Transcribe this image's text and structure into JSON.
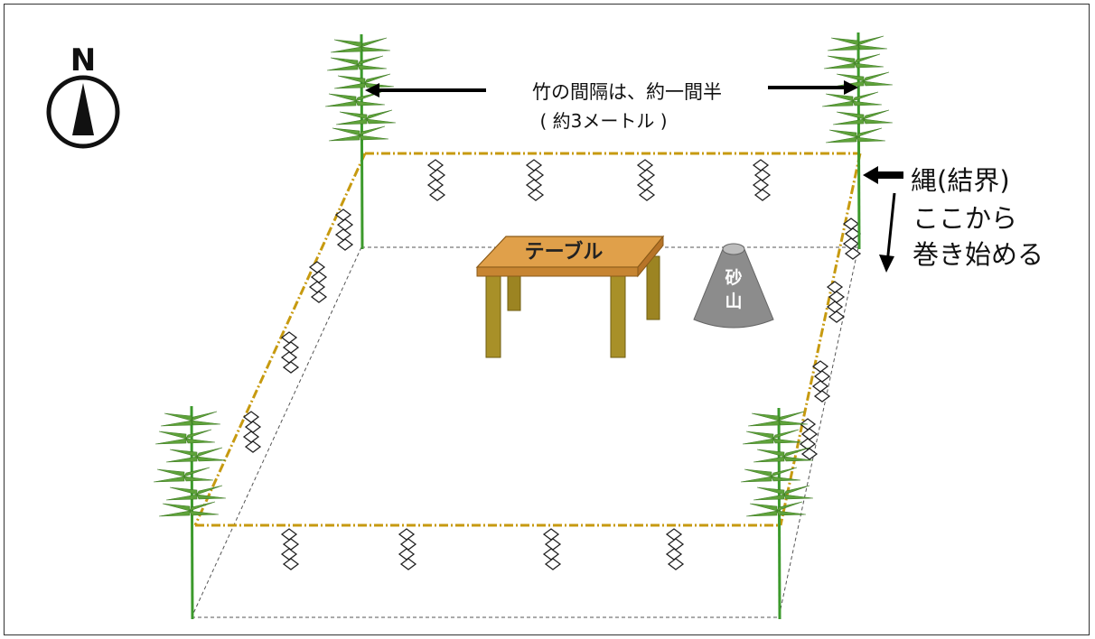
{
  "compass": {
    "north_label": "N",
    "icon": "compass-north-icon"
  },
  "spacing_note": {
    "line1": "竹の間隔は、約一間半",
    "line2": "( 約3メートル )"
  },
  "rope_note": {
    "line1": "縄(結界)",
    "line2": "ここから",
    "line3": "巻き始める"
  },
  "table": {
    "label": "テーブル",
    "top_color": "#e0a04a",
    "leg_color": "#a89028"
  },
  "sand_mound": {
    "label": "砂山",
    "color": "#8c8c8c"
  },
  "colors": {
    "rope": "#c79a10",
    "bamboo_stem": "#3c9a2c",
    "bamboo_leaf": "#5ea23a",
    "arrow": "#000000"
  }
}
